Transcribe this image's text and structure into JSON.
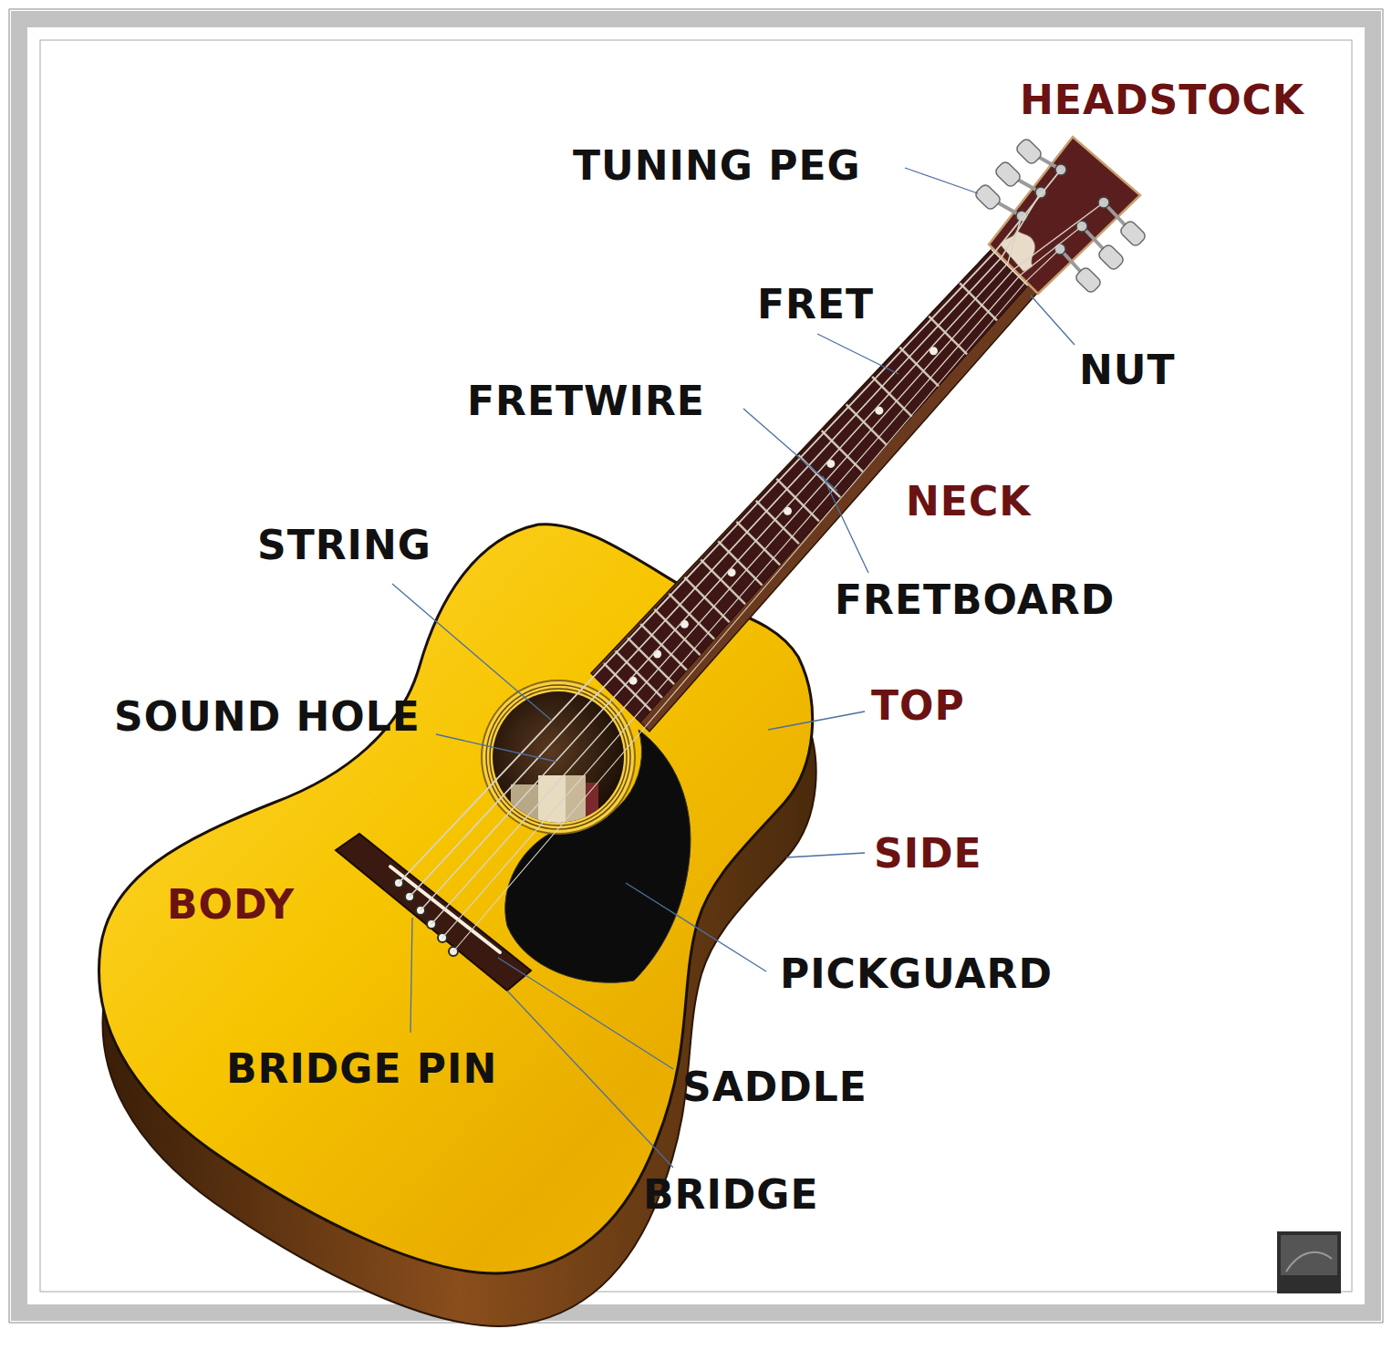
{
  "diagram": {
    "labels": [
      "HEADSTOCK",
      "TUNING PEG",
      "FRET",
      "NUT",
      "FRETWIRE",
      "NECK",
      "STRING",
      "FRETBOARD",
      "TOP",
      "SOUND HOLE",
      "SIDE",
      "BODY",
      "PICKGUARD",
      "BRIDGE PIN",
      "SADDLE",
      "BRIDGE"
    ]
  }
}
